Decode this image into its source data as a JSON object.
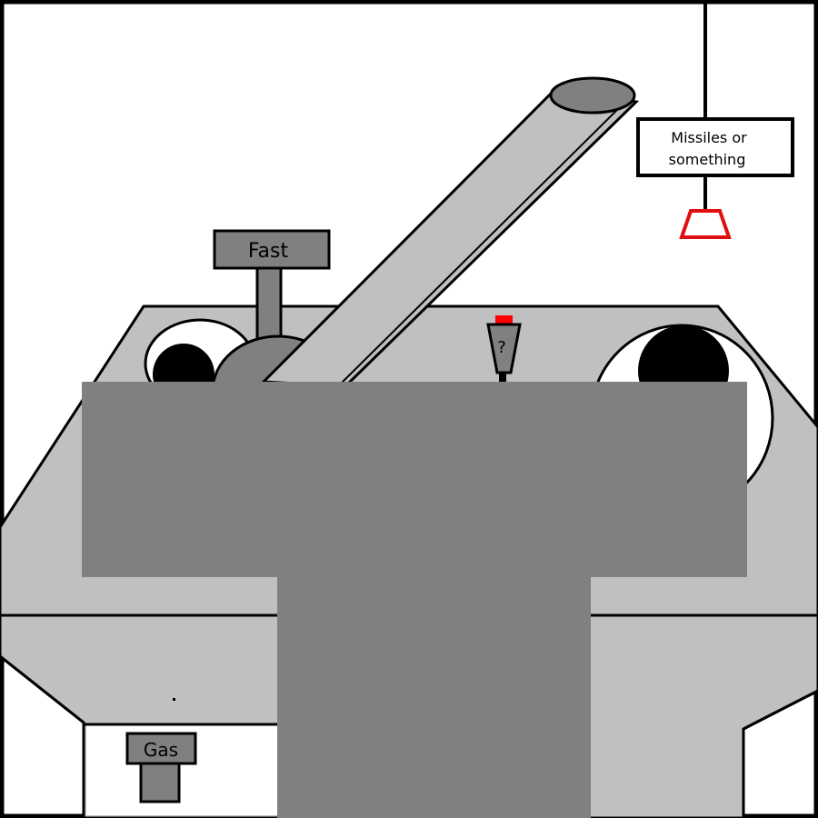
{
  "controls": {
    "throttle_label": "Fast",
    "gas_label": "Gas",
    "mystery_button_symbol": "?",
    "missile_sign_line1": "Missiles or",
    "missile_sign_line2": "something"
  },
  "colors": {
    "background": "#ffffff",
    "frame": "#000000",
    "dash_light": "#c0c0c0",
    "dash_dark": "#808080",
    "sign_gray": "#808080",
    "missile_trigger": "#e01010",
    "button_red": "#ff0000"
  }
}
